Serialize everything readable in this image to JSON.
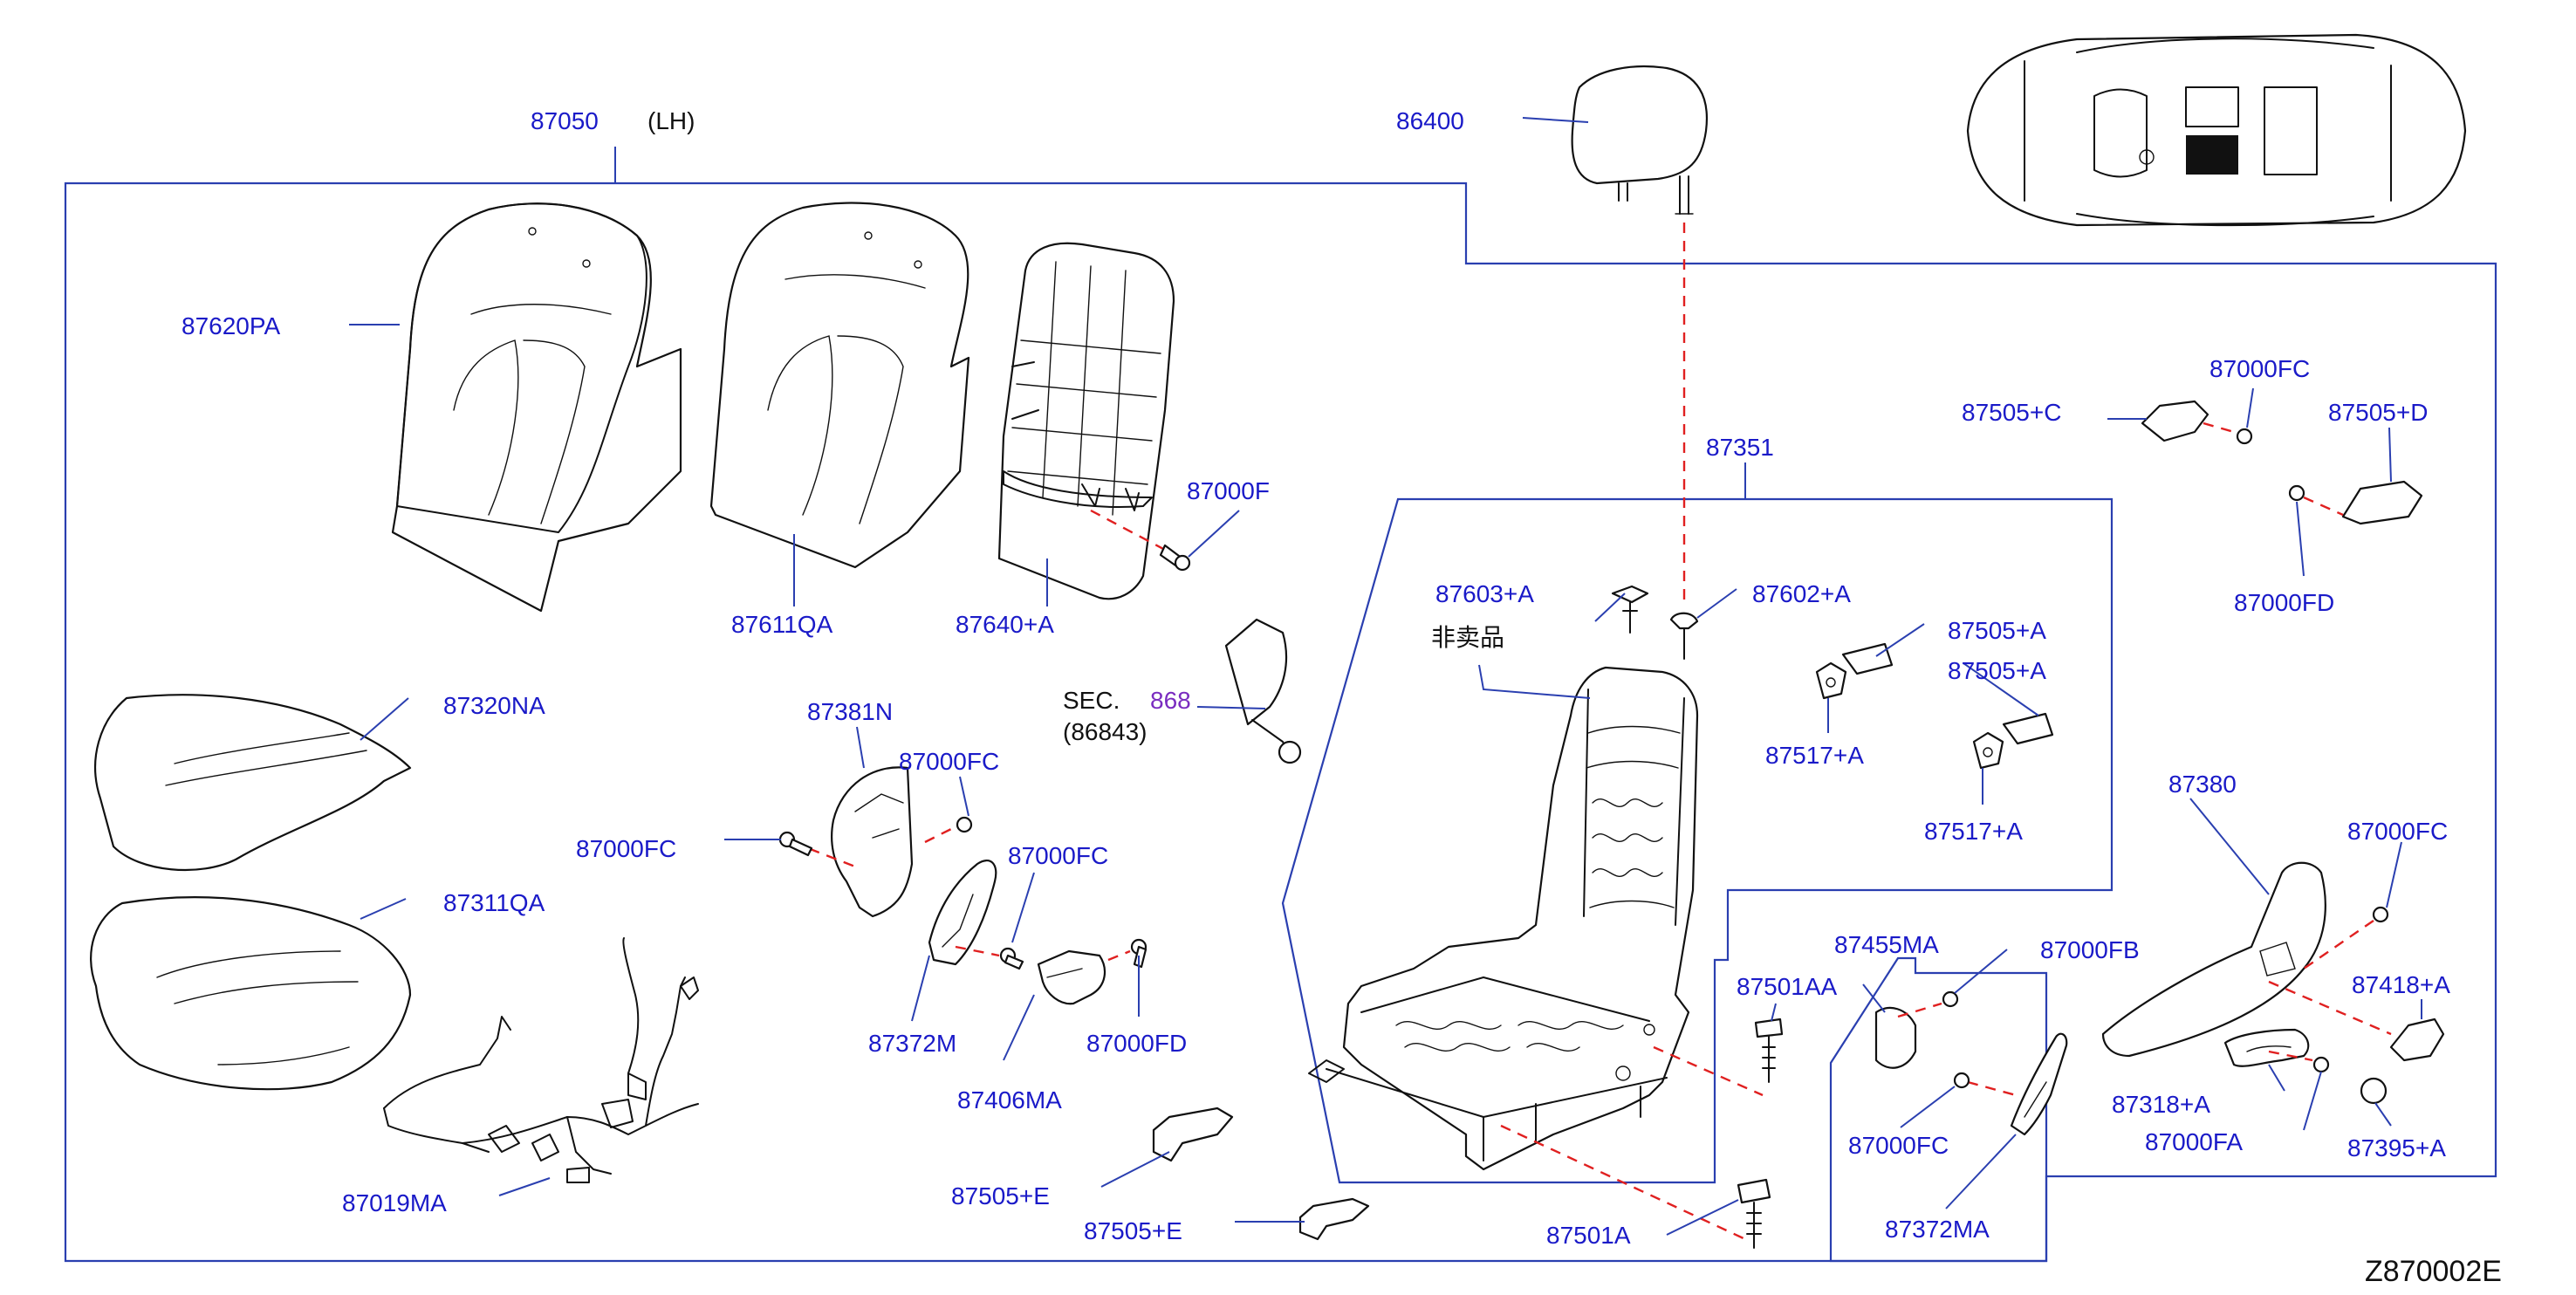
{
  "diagram_code": "Z870002E",
  "assembly": {
    "part_no": "87050",
    "side": "(LH)"
  },
  "section_ref": {
    "prefix": "SEC.",
    "number": "868",
    "sub": "(86843)"
  },
  "not_sold_note": "非卖品",
  "labels": {
    "p86400": "86400",
    "p87620PA": "87620PA",
    "p87611QA": "87611QA",
    "p87640A": "87640+A",
    "p87000F": "87000F",
    "p87320NA": "87320NA",
    "p87311QA": "87311QA",
    "p87019MA": "87019MA",
    "p87381N": "87381N",
    "p87000FC_1": "87000FC",
    "p87000FC_2": "87000FC",
    "p87000FC_3": "87000FC",
    "p87372M": "87372M",
    "p87406MA": "87406MA",
    "p87000FD_1": "87000FD",
    "p87505E_1": "87505+E",
    "p87505E_2": "87505+E",
    "p87351": "87351",
    "p87603A": "87603+A",
    "p87602A": "87602+A",
    "p87505A_1": "87505+A",
    "p87505A_2": "87505+A",
    "p87517A_1": "87517+A",
    "p87517A_2": "87517+A",
    "p87505C": "87505+C",
    "p87000FC_4": "87000FC",
    "p87505D": "87505+D",
    "p87000FD_2": "87000FD",
    "p87380": "87380",
    "p87000FC_5": "87000FC",
    "p87455MA": "87455MA",
    "p87000FB": "87000FB",
    "p87501AA": "87501AA",
    "p87418A": "87418+A",
    "p87318A": "87318+A",
    "p87000FA": "87000FA",
    "p87395A": "87395+A",
    "p87000FC_6": "87000FC",
    "p87372MA": "87372MA",
    "p87501A": "87501A"
  },
  "colors": {
    "label": "#1a1ac8",
    "leader": "#2a3fb0",
    "dashed_guide": "#e02020",
    "reference": "#7a2cc0",
    "outline": "#111111"
  }
}
